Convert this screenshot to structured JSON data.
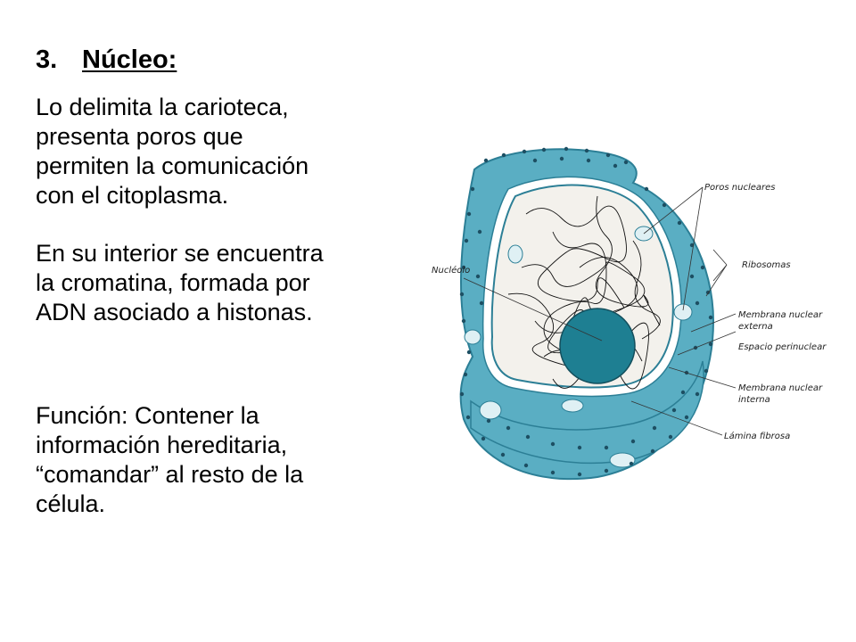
{
  "heading": {
    "number": "3.",
    "title": "Núcleo:"
  },
  "paragraphs": [
    "Lo delimita la carioteca,\npresenta poros que\npermiten la comunicación\ncon el citoplasma.",
    "En su interior se encuentra\nla cromatina, formada por\nADN asociado a histonas.",
    "Función: Contener la\ninformación hereditaria,\n“comandar”  al resto de la\ncélula."
  ],
  "diagram_labels": {
    "poros": "Poros nucleares",
    "ribosomas": "Ribosomas",
    "nucleolo": "Nucléolo",
    "membrana_externa_1": "Membrana nuclear",
    "membrana_externa_2": "externa",
    "espacio": "Espacio perinuclear",
    "membrana_interna_1": "Membrana nuclear",
    "membrana_interna_2": "interna",
    "lamina": "Lámina fibrosa"
  },
  "colors": {
    "membrane": "#5aaec3",
    "membrane_dark": "#2c7f96",
    "nucleoplasm": "#f3f1ec",
    "nucleolus": "#1e7f92",
    "dot": "#1d4f63"
  }
}
